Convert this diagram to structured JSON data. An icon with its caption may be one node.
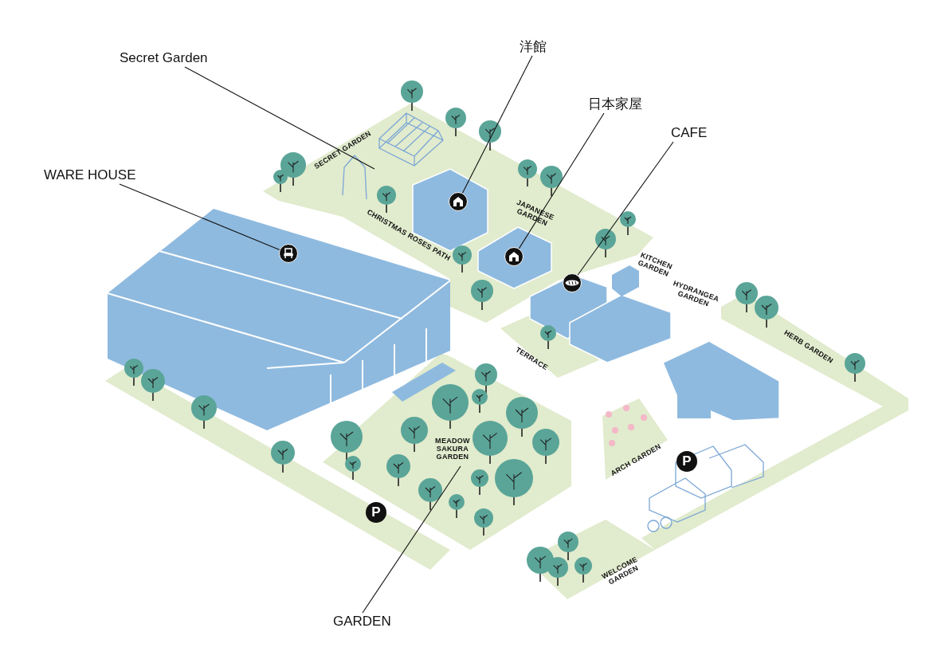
{
  "diagram": {
    "nodes": [
      {
        "text": [
          "Secret Garden"
        ]
      },
      {
        "text": [
          "洋館"
        ]
      },
      {
        "text": [
          "日本家屋"
        ]
      },
      {
        "text": [
          "CAFE"
        ]
      },
      {
        "text": [
          "WARE HOUSE"
        ]
      },
      {
        "text": [
          "GARDEN"
        ]
      },
      {
        "text": [],
        "shape": "picture"
      },
      {
        "text": [],
        "shape": "circle"
      },
      {
        "text": [],
        "shape": "circle"
      },
      {
        "text": [],
        "shape": "circle"
      },
      {
        "text": [],
        "shape": "circle"
      },
      {
        "text": [],
        "shape": "picture"
      }
    ],
    "edges": [
      {
        "from": 0,
        "to": 6,
        "arrow": "none"
      },
      {
        "from": 1,
        "to": 7,
        "arrow": "none"
      },
      {
        "from": 2,
        "to": 8,
        "arrow": "none"
      },
      {
        "from": 3,
        "to": 9,
        "arrow": "none"
      },
      {
        "from": 4,
        "to": 10,
        "arrow": "none"
      },
      {
        "from": 5,
        "to": 11,
        "arrow": "none"
      }
    ],
    "labels": [
      "SECRET GARDEN",
      "JAPANESE GARDEN",
      "CHRISTMAS ROSES PATH",
      "KITCHEN GARDEN",
      "HYDRANGEA GARDEN",
      "HERB GARDEN",
      "TERRACE",
      "MEADOW SAKURA GARDEN",
      "ARCH GARDEN",
      "P",
      "P",
      "WELCOME GARDEN"
    ]
  }
}
